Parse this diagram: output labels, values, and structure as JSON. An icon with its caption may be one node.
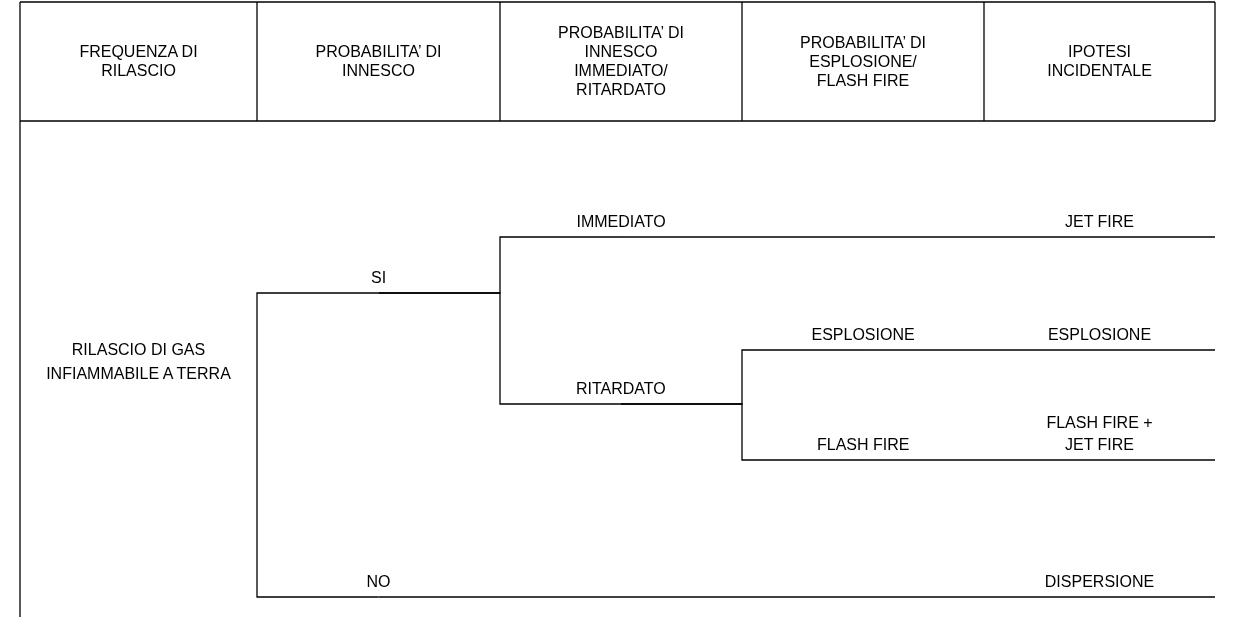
{
  "diagram": {
    "nodes": [
      {
        "text": [
          "RILASCIO DI GAS INFIAMMABILE A TERRA"
        ]
      },
      {
        "text": [
          "SI"
        ]
      },
      {
        "text": [
          "NO"
        ]
      },
      {
        "text": [
          "IMMEDIATO"
        ]
      },
      {
        "text": [
          "RITARDATO"
        ]
      },
      {
        "text": [
          "ESPLOSIONE"
        ]
      },
      {
        "text": [
          "FLASH FIRE"
        ]
      },
      {
        "text": [
          "JET FIRE"
        ]
      },
      {
        "text": [
          "ESPLOSIONE"
        ]
      },
      {
        "text": [
          "FLASH FIRE + JET FIRE"
        ]
      },
      {
        "text": [
          "DISPERSIONE"
        ]
      }
    ],
    "edges": [
      {
        "from": 0,
        "to": 1,
        "arrow": "none"
      },
      {
        "from": 0,
        "to": 2,
        "arrow": "none"
      },
      {
        "from": 1,
        "to": 3,
        "arrow": "none"
      },
      {
        "from": 1,
        "to": 4,
        "arrow": "none"
      },
      {
        "from": 3,
        "to": 7,
        "arrow": "none"
      },
      {
        "from": 4,
        "to": 5,
        "arrow": "none"
      },
      {
        "from": 4,
        "to": 6,
        "arrow": "none"
      },
      {
        "from": 5,
        "to": 8,
        "arrow": "none"
      },
      {
        "from": 6,
        "to": 9,
        "arrow": "none"
      },
      {
        "from": 2,
        "to": 10,
        "arrow": "none"
      }
    ],
    "labels": [
      "FREQUENZA DI RILASCIO",
      "PROBABILITA’ DI INNESCO",
      "PROBABILITA’ DI INNESCO IMMEDIATO/ RITARDATO",
      "PROBABILITA’ DI ESPLOSIONE/ FLASH FIRE",
      "IPOTESI INCIDENTALE"
    ]
  }
}
